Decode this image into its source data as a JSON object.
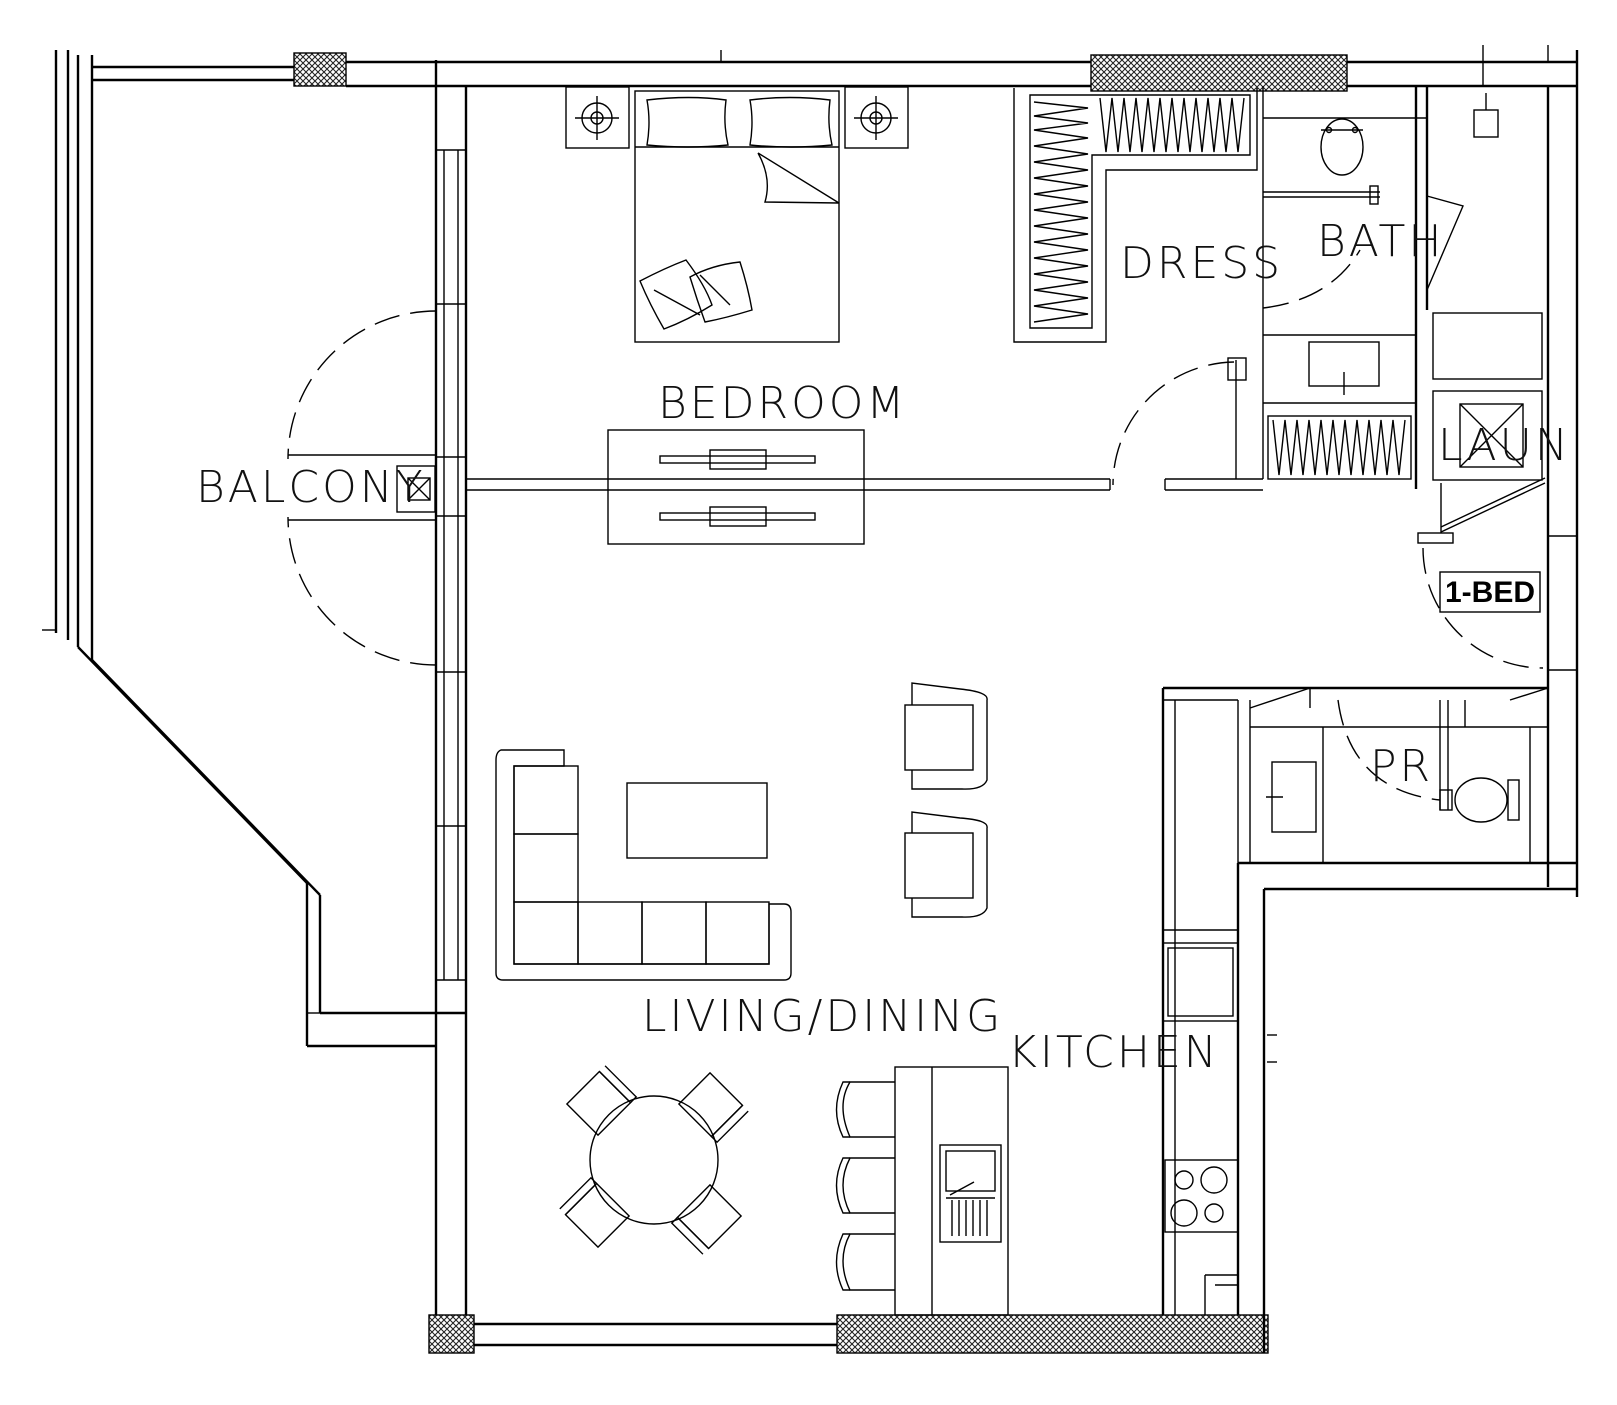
{
  "plan": {
    "unit_label": "1-BED",
    "rooms": {
      "balcony": "BALCONY",
      "bedroom": "BEDROOM",
      "dress": "DRESS",
      "bath": "BATH",
      "laun": "LAUN",
      "pr": "PR",
      "living_dining": "LIVING/DINING",
      "kitchen": "KITCHEN"
    }
  }
}
